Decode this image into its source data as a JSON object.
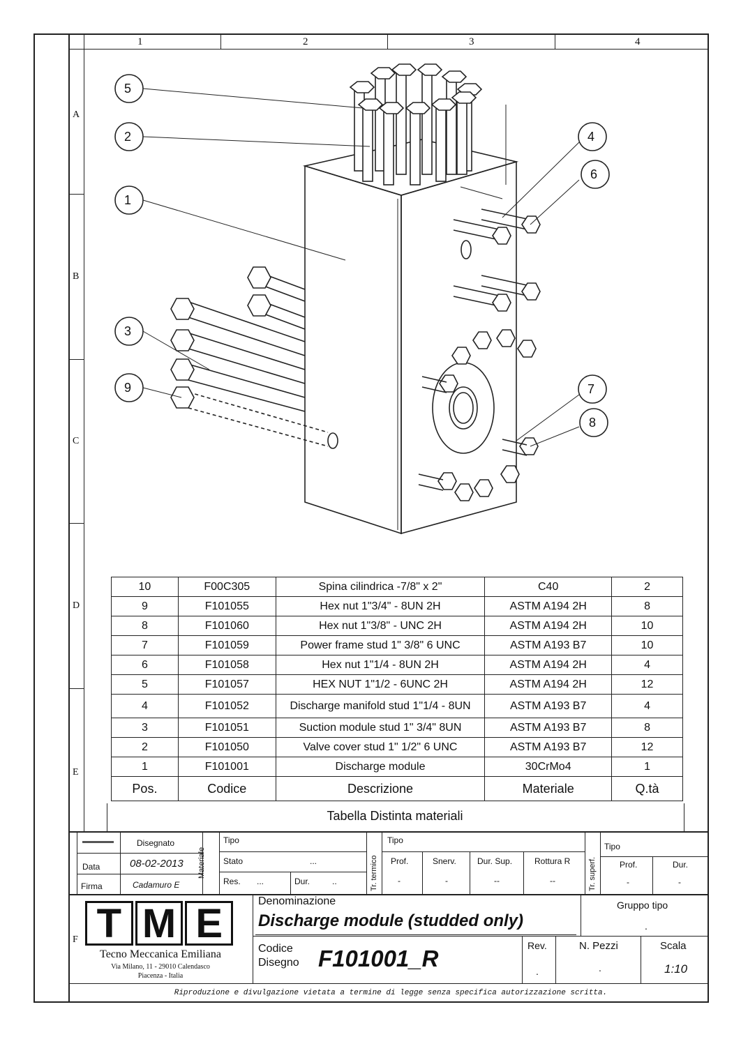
{
  "columns": [
    "1",
    "2",
    "3",
    "4"
  ],
  "rows": [
    "A",
    "B",
    "C",
    "D",
    "E",
    "F"
  ],
  "callouts": [
    "1",
    "2",
    "3",
    "4",
    "5",
    "6",
    "7",
    "8",
    "9"
  ],
  "bom": {
    "items": [
      {
        "pos": "10",
        "codice": "F00C305",
        "descrizione": "Spina cilindrica -7/8\" x 2\"",
        "materiale": "C40",
        "qta": "2"
      },
      {
        "pos": "9",
        "codice": "F101055",
        "descrizione": "Hex nut 1\"3/4\" -  8UN 2H",
        "materiale": "ASTM A194 2H",
        "qta": "8"
      },
      {
        "pos": "8",
        "codice": "F101060",
        "descrizione": "Hex nut 1\"3/8\" - UNC 2H",
        "materiale": "ASTM A194 2H",
        "qta": "10"
      },
      {
        "pos": "7",
        "codice": "F101059",
        "descrizione": "Power frame stud 1\" 3/8\" 6 UNC",
        "materiale": "ASTM A193 B7",
        "qta": "10"
      },
      {
        "pos": "6",
        "codice": "F101058",
        "descrizione": "Hex nut 1\"1/4 - 8UN 2H",
        "materiale": "ASTM A194 2H",
        "qta": "4"
      },
      {
        "pos": "5",
        "codice": "F101057",
        "descrizione": "HEX NUT 1\"1/2 - 6UNC 2H",
        "materiale": "ASTM A194 2H",
        "qta": "12"
      },
      {
        "pos": "4",
        "codice": "F101052",
        "descrizione": "Discharge manifold stud  1\"1/4 - 8UN",
        "materiale": "ASTM A193 B7",
        "qta": "4"
      },
      {
        "pos": "3",
        "codice": "F101051",
        "descrizione": "Suction module stud 1\" 3/4\" 8UN",
        "materiale": "ASTM A193 B7",
        "qta": "8"
      },
      {
        "pos": "2",
        "codice": "F101050",
        "descrizione": "Valve cover stud 1\" 1/2\" 6 UNC",
        "materiale": "ASTM A193 B7",
        "qta": "12"
      },
      {
        "pos": "1",
        "codice": "F101001",
        "descrizione": "Discharge module",
        "materiale": "30CrMo4",
        "qta": "1"
      }
    ],
    "headers": {
      "pos": "Pos.",
      "codice": "Codice",
      "descrizione": "Descrizione",
      "materiale": "Materiale",
      "qta": "Q.tà"
    },
    "caption": "Tabella Distinta materiali"
  },
  "titleblock": {
    "disegnato_label": "Disegnato",
    "data_label": "Data",
    "data_value": "08-02-2013",
    "firma_label": "Firma",
    "firma_value": "Cadamuro E",
    "materiale_label": "Materiale",
    "tipo_label": "Tipo",
    "stato_label": "Stato",
    "stato_value": "...",
    "res_label": "Res.",
    "res_value": "...",
    "dur_label": "Dur.",
    "dur_value": "..",
    "tr_termico_label": "Tr. termico",
    "tipo2_label": "Tipo",
    "prof_label": "Prof.",
    "snerv_label": "Snerv.",
    "dursup_label": "Dur. Sup.",
    "rottura_label": "Rottura R",
    "dash": "-",
    "dash2": "--",
    "tr_superf_label": "Tr. superf.",
    "tipo3_label": "Tipo",
    "prof2_label": "Prof.",
    "dur2_label": "Dur.",
    "logo_t": "T",
    "logo_m": "M",
    "logo_e": "E",
    "company": "Tecno Meccanica Emiliana",
    "address1": "Via Milano, 11 - 29010 Calendasco",
    "address2": "Piacenza - Italia",
    "denominazione_label": "Denominazione",
    "denominazione": "Discharge module (studded only)",
    "gruppo_label": "Gruppo tipo",
    "gruppo_value": ".",
    "codice_label1": "Codice",
    "codice_label2": "Disegno",
    "codice_value": "F101001_R",
    "rev_label": "Rev.",
    "rev_value": ".",
    "npezzi_label": "N. Pezzi",
    "npezzi_value": ".",
    "scala_label": "Scala",
    "scala_value": "1:10",
    "notice": "Riproduzione e divulgazione vietata a termine di legge senza specifica autorizzazione scritta."
  }
}
